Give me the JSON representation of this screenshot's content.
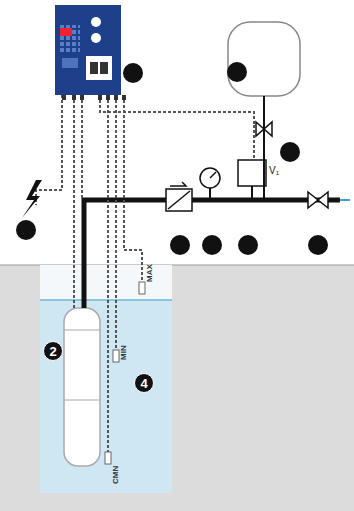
{
  "diagram": {
    "labels": [
      "2",
      "4",
      "MAX",
      "MIN",
      "CMN",
      "V₁"
    ]
  }
}
